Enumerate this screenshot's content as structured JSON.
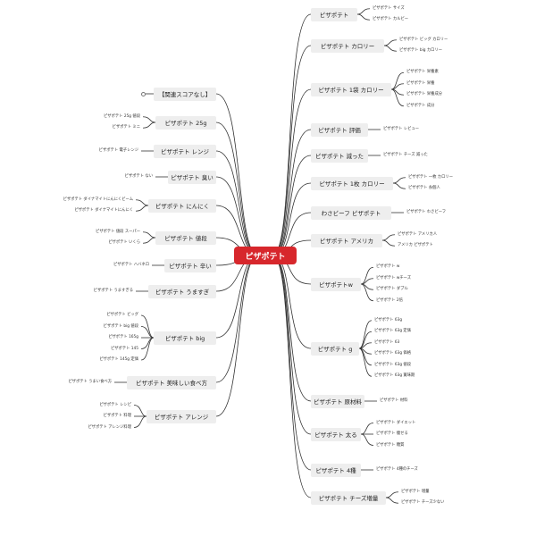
{
  "root": {
    "label": "ピザポテト"
  },
  "right_branches": [
    {
      "label": "ピザポテト",
      "leaves": [
        "ピザポテト サイズ",
        "ピザポテト カルビー"
      ]
    },
    {
      "label": "ピザポテト カロリー",
      "leaves": [
        "ピザポテト ビッグ カロリー",
        "ピザポテト big カロリー"
      ]
    },
    {
      "label": "ピザポテト 1袋 カロリー",
      "leaves": [
        "ピザポテト 栄養素",
        "ピザポテト 栄養",
        "ピザポテト 栄養成分",
        "ピザポテト 成分"
      ]
    },
    {
      "label": "ピザポテト 評価",
      "leaves": [
        "ピザポテト レビュー"
      ]
    },
    {
      "label": "ピザポテト 減った",
      "leaves": [
        "ピザポテト チーズ 減った"
      ]
    },
    {
      "label": "ピザポテト 1枚 カロリー",
      "leaves": [
        "ピザポテト 一枚 カロリー",
        "ピザポテト 糸個人"
      ]
    },
    {
      "label": "わさビーフ ピザポテト",
      "leaves": [
        "ピザポテト わさビーフ"
      ]
    },
    {
      "label": "ピザポテト アメリカ",
      "leaves": [
        "ピザポテト アメリカ人",
        "アメリカ ピザポテト"
      ]
    },
    {
      "label": "ピザポテトw",
      "leaves": [
        "ピザポテト w",
        "ピザポテト wチーズ",
        "ピザポテト ダブル",
        "ピザポテト 2倍"
      ]
    },
    {
      "label": "ピザポテト g",
      "leaves": [
        "ピザポテト 63g",
        "ピザポテト 63g 定価",
        "ピザポテト 63",
        "ピザポテト 63g 価格",
        "ピザポテト 63g 値段",
        "ピザポテト 63g 賞味期"
      ]
    },
    {
      "label": "ピザポテト 原材料",
      "leaves": [
        "ピザポテト 材料"
      ]
    },
    {
      "label": "ピザポテト 太る",
      "leaves": [
        "ピザポテト ダイエット",
        "ピザポテト 痩せる",
        "ピザポテト 糖質"
      ]
    },
    {
      "label": "ピザポテト 4種",
      "leaves": [
        "ピザポテト 4種のチーズ"
      ]
    },
    {
      "label": "ピザポテト チーズ増量",
      "leaves": [
        "ピザポテト 増量",
        "ピザポテト チーズ少ない"
      ]
    }
  ],
  "left_branches": [
    {
      "label": "【関連スコアなし】",
      "leaves": [],
      "collapsed": true
    },
    {
      "label": "ピザポテト 25g",
      "leaves": [
        "ピザポテト 25g 値段",
        "ピザポテト ミニ"
      ]
    },
    {
      "label": "ピザポテト レンジ",
      "leaves": [
        "ピザポテト 電子レンジ"
      ]
    },
    {
      "label": "ピザポテト 臭い",
      "leaves": [
        "ピザポテト ない"
      ]
    },
    {
      "label": "ピザポテト にんにく",
      "leaves": [
        "ピザポテト ダイナマイトにんにくビーム",
        "ピザポテト ダイナマイトにんにく"
      ]
    },
    {
      "label": "ピザポテト 値段",
      "leaves": [
        "ピザポテト 値段 スーパー",
        "ピザポテト いくら"
      ]
    },
    {
      "label": "ピザポテト 辛い",
      "leaves": [
        "ピザポテト ハバネロ"
      ]
    },
    {
      "label": "ピザポテト うますぎ",
      "leaves": [
        "ピザポテト うますぎる"
      ]
    },
    {
      "label": "ピザポテト big",
      "leaves": [
        "ピザポテト ビッグ",
        "ピザポテト big 値段",
        "ピザポテト 165g",
        "ピザポテト 145",
        "ピザポテト 145g 定価"
      ]
    },
    {
      "label": "ピザポテト 美味しい食べ方",
      "leaves": [
        "ピザポテト うまい食べ方"
      ]
    },
    {
      "label": "ピザポテト アレンジ",
      "leaves": [
        "ピザポテト レシピ",
        "ピザポテト 料理",
        "ピザポテト アレンジ料理"
      ]
    }
  ],
  "colors": {
    "root": "#d7272c",
    "branch_bg": "#eeeeee",
    "line": "#333333"
  }
}
